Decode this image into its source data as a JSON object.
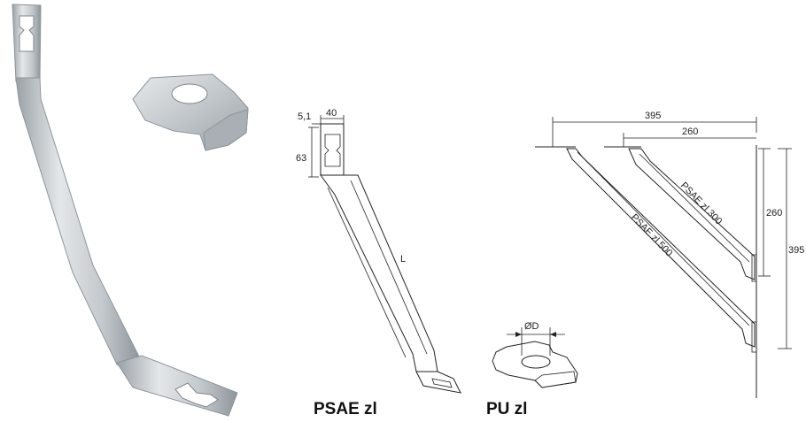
{
  "captions": {
    "anchor": "PSAE zl",
    "washer": "PU zl"
  },
  "anchor_drawing": {
    "dim_width": "40",
    "dim_thickness": "5,1",
    "dim_height": "63",
    "dim_length": "L"
  },
  "washer_drawing": {
    "dim_diameter": "ØD"
  },
  "assembly_drawing": {
    "dim_long_horizontal": "395",
    "dim_short_horizontal": "260",
    "dim_short_vertical": "260",
    "dim_long_vertical": "395",
    "label_long_anchor": "PSAE zl 500",
    "label_short_anchor": "PSAE zl 300"
  },
  "colors": {
    "metal_light": "#d9dde0",
    "metal_mid": "#b9bfc3",
    "metal_dark": "#8d9499",
    "ink": "#222222"
  }
}
